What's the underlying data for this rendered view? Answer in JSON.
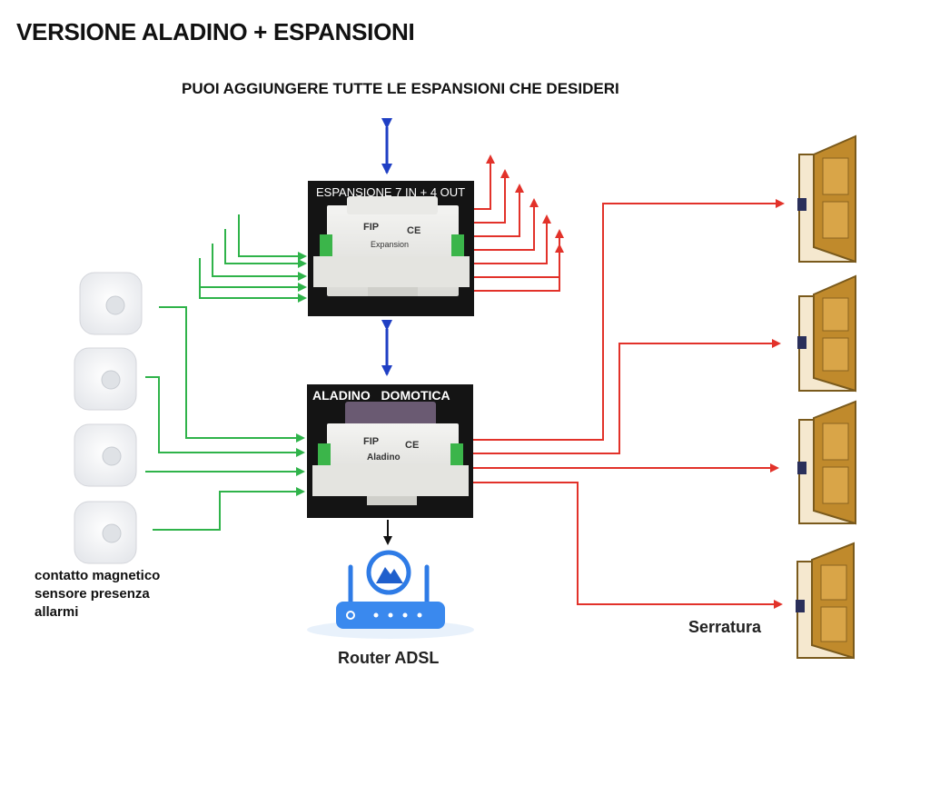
{
  "title": "VERSIONE ALADINO + ESPANSIONI",
  "subtitle": "PUOI AGGIUNGERE TUTTE LE ESPANSIONI CHE DESIDERI",
  "expansion": {
    "label": "ESPANSIONE 7 IN + 4 OUT",
    "brand": "FIP",
    "ce": "CE",
    "model": "Expansion"
  },
  "aladino": {
    "label": "ALADINO   DOMOTICA",
    "brand": "FIP",
    "ce": "CE",
    "model": "Aladino"
  },
  "sensors": {
    "caption": [
      "contatto magnetico",
      "sensore presenza",
      "allarmi"
    ]
  },
  "router": {
    "caption": "Router ADSL"
  },
  "lock": {
    "caption": "Serratura"
  },
  "colors": {
    "input": "#2fb34a",
    "output": "#e2322a",
    "bus": "#1f3fc4",
    "door": "#b8862a"
  }
}
